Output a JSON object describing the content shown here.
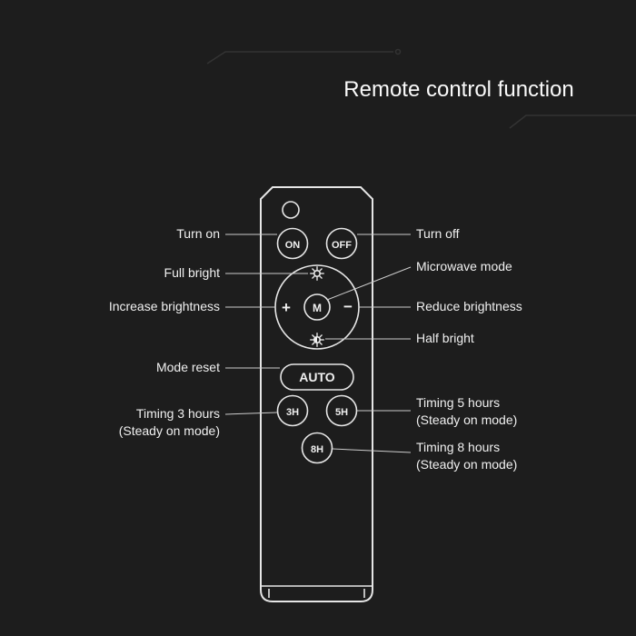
{
  "title": "Remote control function",
  "colors": {
    "background": "#1d1d1d",
    "text": "#f2f2f2",
    "outline": "#e6e6e6",
    "leader_line": "#cccccc"
  },
  "remote": {
    "buttons": {
      "on": "ON",
      "off": "OFF",
      "mode": "M",
      "increase": "+",
      "decrease": "−",
      "auto": "AUTO",
      "t3": "3H",
      "t5": "5H",
      "t8": "8H"
    },
    "icons": {
      "full_bright": "sun-icon",
      "half_bright": "half-sun-icon"
    }
  },
  "labels": {
    "turn_on": "Turn on",
    "turn_off": "Turn off",
    "full_bright": "Full bright",
    "microwave_mode": "Microwave mode",
    "increase_brightness": "Increase brightness",
    "reduce_brightness": "Reduce brightness",
    "half_bright": "Half bright",
    "mode_reset": "Mode reset",
    "timing_3": "Timing 3 hours",
    "timing_3_sub": "(Steady on mode)",
    "timing_5": "Timing 5 hours",
    "timing_5_sub": "(Steady on mode)",
    "timing_8": "Timing 8 hours",
    "timing_8_sub": "(Steady on mode)"
  }
}
